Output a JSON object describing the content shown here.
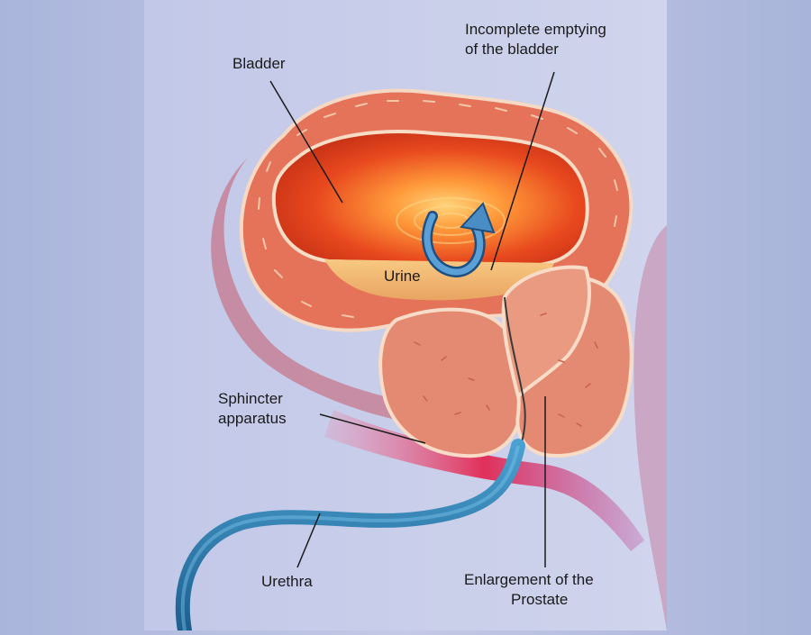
{
  "labels": {
    "bladder": "Bladder",
    "incomplete_emptying": [
      "Incomplete emptying",
      "of the bladder"
    ],
    "urine": "Urine",
    "sphincter": [
      "Sphincter",
      "apparatus"
    ],
    "urethra": "Urethra",
    "prostate": [
      "Enlargement of the",
      "Prostate"
    ]
  },
  "colors": {
    "bladder_wall": "#e0705a",
    "bladder_inner": "#d63a1c",
    "urine": "#f2b772",
    "prostate": "#e58a72",
    "urethra": "#2a78a8",
    "sphincter": "#d8325a",
    "arrow": "#3a78b0"
  },
  "icons": [
    "curved-arrow-icon"
  ]
}
